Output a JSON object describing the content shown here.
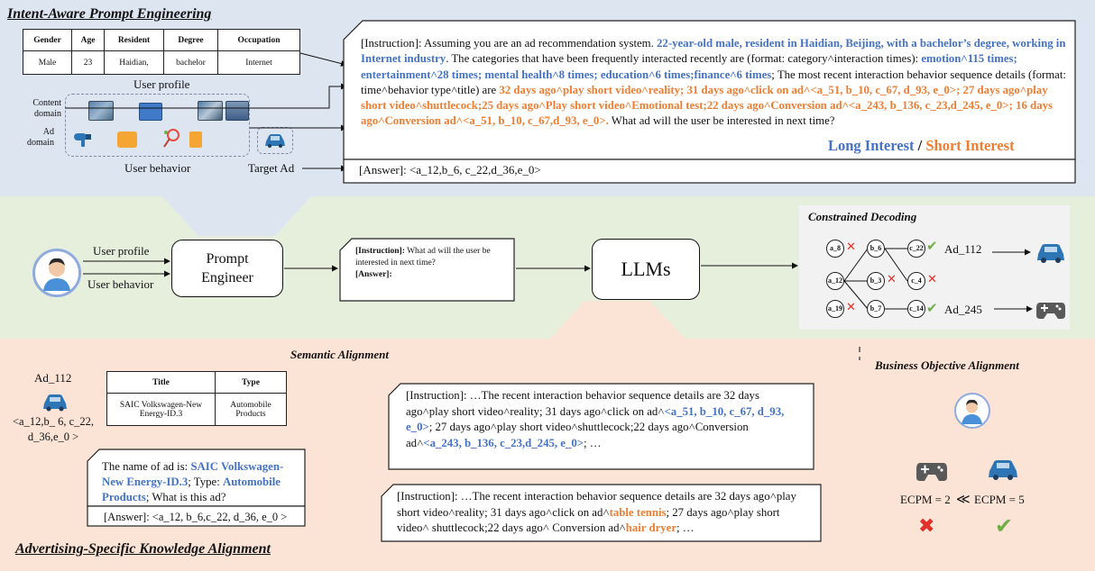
{
  "top": {
    "title": "Intent-Aware Prompt Engineering",
    "profile_headers": [
      "Gender",
      "Age",
      "Resident",
      "Degree",
      "Occupation"
    ],
    "profile_values": [
      "Male",
      "23",
      "Haidian,",
      "bachelor",
      "Internet"
    ],
    "profile_caption": "User profile",
    "content_domain_label": "Content domain",
    "ad_domain_label": "Ad domain",
    "behavior_caption": "User behavior",
    "target_ad_caption": "Target Ad",
    "instr_1": "[Instruction]: Assuming you are an ad recommendation system. ",
    "instr_blue_1": "22-year-old male, resident in Haidian, Beijing, with a bachelor’s degree, working in Internet industry",
    "instr_2": ". The categories that have been frequently interacted recently are (format: category˄interaction times): ",
    "instr_blue_2": "emotion˄115 times; entertainment˄28 times; mental health˄8 times; education˄6 times;finance˄6 times",
    "instr_3": "; The most recent interaction behavior sequence details (format: time˄behavior type˄title) are ",
    "instr_orange": "32 days ago˄play short video˄reality; 31 days ago˄click on ad˄<a_51, b_10, c_67, d_93, e_0>; 27 days ago˄play short video˄shuttlecock;25 days ago˄Play short video˄Emotional test;22 days ago˄Conversion ad˄<a_243, b_136, c_23,d_245, e_0>; 16 days ago˄Conversion ad˄<a_51, b_10, c_67,d_93, e_0>.",
    "instr_4": "  What ad will the user be interested in next time?",
    "long_interest": "Long Interest",
    "slash": " / ",
    "short_interest": "Short Interest",
    "answer": "[Answer]: <a_12,b_6, c_22,d_36,e_0>"
  },
  "mid": {
    "edge_profile": "User profile",
    "edge_behavior": "User behavior",
    "prompt_engineer": "Prompt Engineer",
    "prompt_instr_bold": "[Instruction]:",
    "prompt_instr_text": " What ad will the user be interested in next time?",
    "prompt_answer": "[Answer]:",
    "llms": "LLMs",
    "constrained_title": "Constrained Decoding",
    "nodes": [
      "a_8",
      "b_6",
      "c_22",
      "a_12",
      "b_3",
      "c_4",
      "a_19",
      "b_7",
      "c_14"
    ],
    "ad_112": "Ad_112",
    "ad_245": "Ad_245"
  },
  "bottom": {
    "semantic_title": "Semantic Alignment",
    "ad_id": "Ad_112",
    "ad_code": "<a_12,b_ 6, c_22, d_36,e_0 >",
    "ad_table_headers": [
      "Title",
      "Type"
    ],
    "ad_table_values": [
      "SAIC Volkswagen-New Energy-ID.3",
      "Automobile Products"
    ],
    "name_1": "The name of ad is: ",
    "name_blue": "SAIC Volkswagen-New Energy-ID.3",
    "name_2": "; Type: ",
    "name_blue_2": "Automobile Products",
    "name_3": ";  What is this ad?",
    "name_answer": "[Answer]: <a_12, b_6,c_22, d_36, e_0 >",
    "knowledge_title": "Advertising-Specific Knowledge Alignment",
    "inst1_1": "[Instruction]: …The recent interaction behavior sequence details are 32 days ago˄play short video˄reality; 31 days ago˄click on ad˄",
    "inst1_blue_1": "<a_51, b_10, c_67, d_93, e_0>",
    "inst1_2": "; 27 days ago˄play short video˄shuttlecock;22 days ago˄Conversion ad˄",
    "inst1_blue_2": "<a_243, b_136, c_23,d_245, e_0>",
    "inst1_3": "; …",
    "inst2_1": "[Instruction]: …The recent interaction behavior sequence details are 32 days ago˄play short video˄reality; 31 days ago˄click on ad˄",
    "inst2_orange_1": "table tennis",
    "inst2_2": "; 27 days ago˄play short video˄ shuttlecock;22 days ago˄ Conversion ad˄",
    "inst2_orange_2": "hair dryer",
    "inst2_3": "; …",
    "business_title": "Business Objective Alignment",
    "ecpm_left": "ECPM = 2",
    "ecpm_cmp": "≪",
    "ecpm_right": "ECPM = 5"
  },
  "colors": {
    "blue": "#4472c4",
    "orange": "#ed7d31",
    "top_bg": "#dde5f1",
    "mid_bg": "#e6efdc",
    "bot_bg": "#fbe3d6",
    "red": "#e0302a",
    "green": "#70ad47"
  }
}
